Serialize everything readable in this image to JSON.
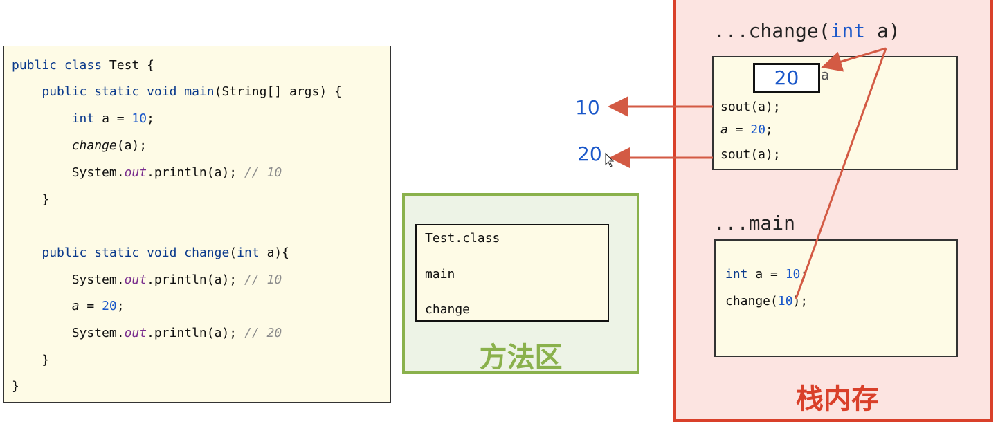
{
  "code": {
    "lines": [
      [
        [
          "kw",
          "public class "
        ],
        [
          "plain",
          "Test {"
        ]
      ],
      [
        [
          "plain",
          "    "
        ],
        [
          "kw",
          "public static void main"
        ],
        [
          "plain",
          "(String[] args) {"
        ]
      ],
      [
        [
          "plain",
          "        "
        ],
        [
          "kw",
          "int "
        ],
        [
          "plain",
          "a = "
        ],
        [
          "num",
          "10"
        ],
        [
          "plain",
          ";"
        ]
      ],
      [
        [
          "plain",
          "        "
        ],
        [
          "ital",
          "change"
        ],
        [
          "plain",
          "(a);"
        ]
      ],
      [
        [
          "plain",
          "        System."
        ],
        [
          "field",
          "out"
        ],
        [
          "plain",
          ".println(a); "
        ],
        [
          "cmt",
          "// 10"
        ]
      ],
      [
        [
          "plain",
          "    }"
        ]
      ],
      [
        [
          "plain",
          ""
        ]
      ],
      [
        [
          "plain",
          "    "
        ],
        [
          "kw",
          "public static void change"
        ],
        [
          "plain",
          "("
        ],
        [
          "kw",
          "int "
        ],
        [
          "plain",
          "a){"
        ]
      ],
      [
        [
          "plain",
          "        System."
        ],
        [
          "field",
          "out"
        ],
        [
          "plain",
          ".println(a); "
        ],
        [
          "cmt",
          "// 10"
        ]
      ],
      [
        [
          "plain",
          "        "
        ],
        [
          "ital",
          "a"
        ],
        [
          "plain",
          " = "
        ],
        [
          "num",
          "20"
        ],
        [
          "plain",
          ";"
        ]
      ],
      [
        [
          "plain",
          "        System."
        ],
        [
          "field",
          "out"
        ],
        [
          "plain",
          ".println(a); "
        ],
        [
          "cmt",
          "// 20"
        ]
      ],
      [
        [
          "plain",
          "    }"
        ]
      ],
      [
        [
          "plain",
          "}"
        ]
      ]
    ]
  },
  "method_area": {
    "title": "方法区",
    "items": [
      "Test.class",
      "main",
      "change"
    ]
  },
  "stack": {
    "title": "栈内存",
    "change_frame": {
      "label_prefix": "...change(",
      "label_kw": "int",
      "label_suffix": " a)",
      "var_value": "20",
      "var_name": "a",
      "line1": "sout(a);",
      "line2_var": "a",
      "line2_mid": " = ",
      "line2_num": "20",
      "line2_end": ";",
      "line3": "sout(a);"
    },
    "main_frame": {
      "label": "...main",
      "line1_kw": "int",
      "line1_mid": " a = ",
      "line1_num": "10",
      "line1_end": ";",
      "line2_pre": "change(",
      "line2_num": "10",
      "line2_end": ");"
    }
  },
  "outputs": [
    "10",
    "20"
  ],
  "colors": {
    "arrow": "#d35a44",
    "stack_border": "#d9402a",
    "method_border": "#8ab14c",
    "number_blue": "#1a57c9"
  }
}
